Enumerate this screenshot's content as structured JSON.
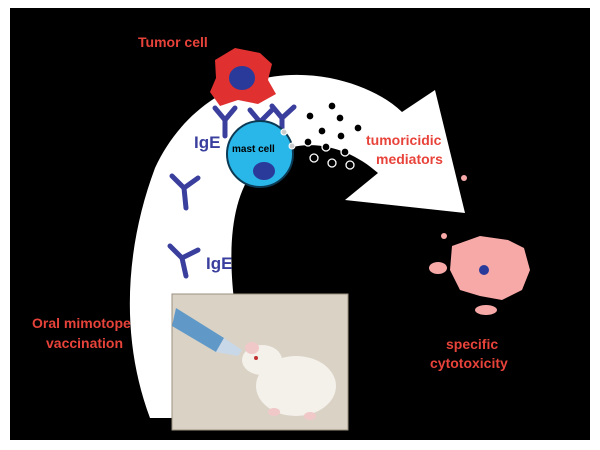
{
  "labels": {
    "tumor_cell": "Tumor cell",
    "ige_top": "IgE",
    "ige_bottom": "IgE",
    "mast_cell": "mast cell",
    "mediators_line1": "tumoricidic",
    "mediators_line2": "mediators",
    "vaccination_line1": "Oral mimotope",
    "vaccination_line2": "vaccination",
    "cytotoxicity_line1": "specific",
    "cytotoxicity_line2": "cytotoxicity"
  },
  "colors": {
    "background": "#000000",
    "frame": "#ffffff",
    "arrow": "#ffffff",
    "label_red": "#e8433a",
    "antibody_blue": "#3a3f9e",
    "tumor_red": "#e03030",
    "nucleus": "#2a3a9a",
    "mast_cell_fill": "#29b6e8",
    "dead_cell_pink": "#f7a9a8"
  },
  "icons": [
    "tumor-cell-icon",
    "ige-antibody-icon",
    "mast-cell-icon",
    "mediator-granule-icon",
    "dying-tumor-cell-icon",
    "mouse-photo"
  ]
}
